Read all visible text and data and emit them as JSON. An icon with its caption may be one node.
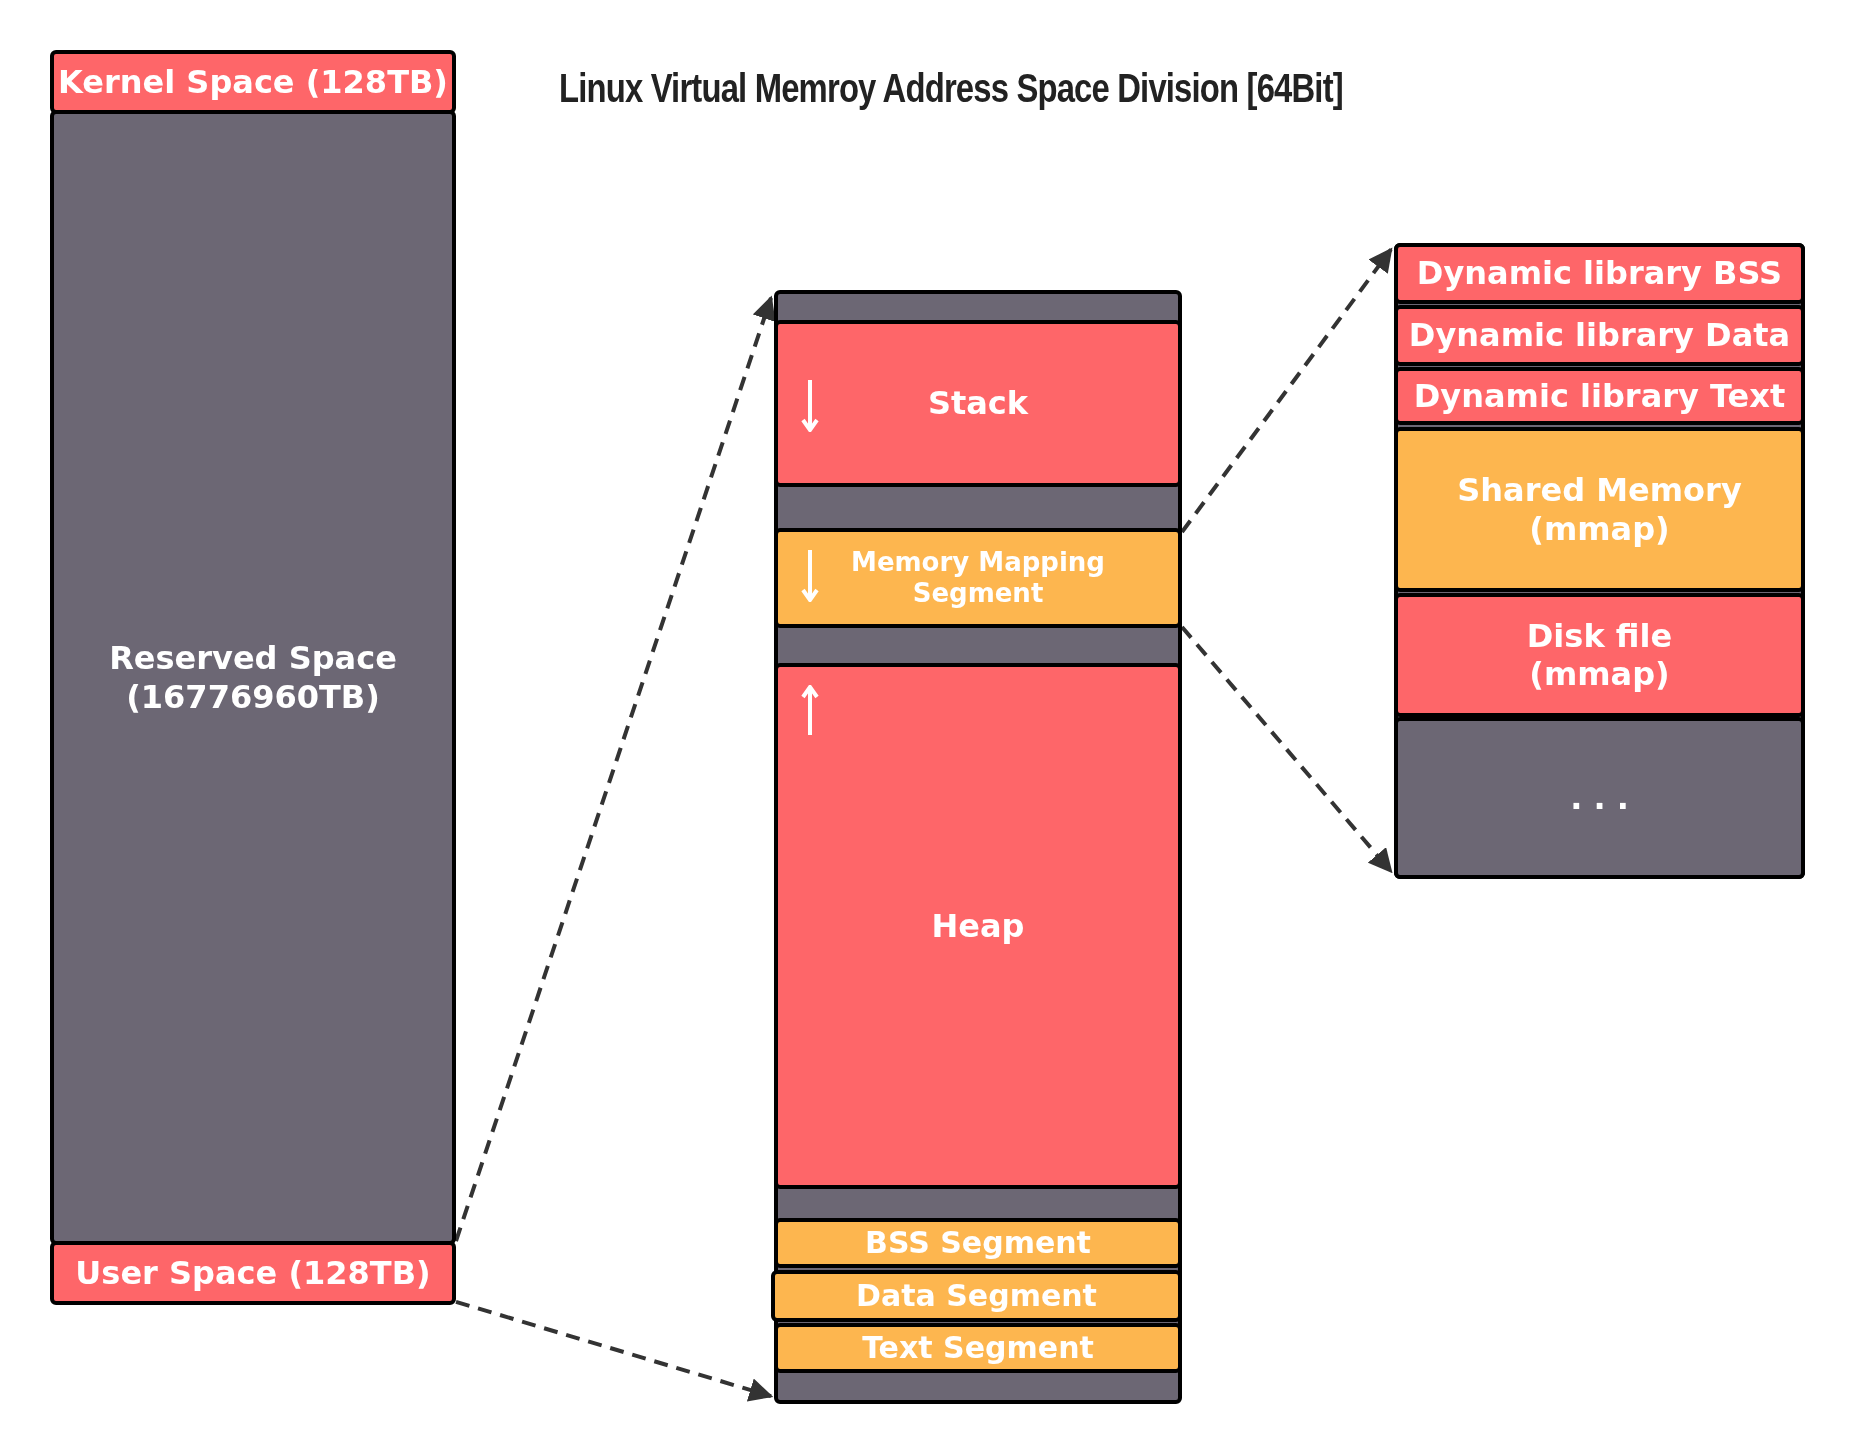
{
  "diagram": {
    "title": "Linux Virtual Memroy Address Space Division [64Bit]",
    "nodes": [
      {
        "text": [
          "Kernel Space (128TB)"
        ]
      },
      {
        "text": [
          "Reserved Space (16776960TB)"
        ]
      },
      {
        "text": [
          "User Space (128TB)"
        ]
      },
      {
        "text": [],
        "shape": "box"
      },
      {
        "text": [
          "Stack"
        ],
        "in": 3
      },
      {
        "text": [
          "Memory Mapping Segment"
        ],
        "in": 3
      },
      {
        "text": [
          "Heap"
        ],
        "in": 3
      },
      {
        "text": [
          "BSS Segment"
        ],
        "in": 3
      },
      {
        "text": [
          "Data Segment"
        ],
        "in": 3
      },
      {
        "text": [
          "Text Segment"
        ],
        "in": 3
      },
      {
        "text": [],
        "shape": "box"
      },
      {
        "text": [
          "Dynamic library BSS"
        ],
        "in": 10
      },
      {
        "text": [
          "Dynamic library Data"
        ],
        "in": 10
      },
      {
        "text": [
          "Dynamic library Text"
        ],
        "in": 10
      },
      {
        "text": [
          "Shared Memory (mmap)"
        ],
        "in": 10
      },
      {
        "text": [
          "Disk file (mmap)"
        ],
        "in": 10
      },
      {
        "text": [
          ". . ."
        ],
        "in": 10
      }
    ],
    "edges": [
      {
        "from": 2,
        "to": 3,
        "arrow": "to",
        "style": "dashed"
      },
      {
        "from": 2,
        "to": 3,
        "arrow": "to",
        "style": "dashed"
      },
      {
        "from": 5,
        "to": 10,
        "arrow": "to",
        "style": "dashed"
      },
      {
        "from": 5,
        "to": 10,
        "arrow": "to",
        "style": "dashed"
      }
    ]
  }
}
